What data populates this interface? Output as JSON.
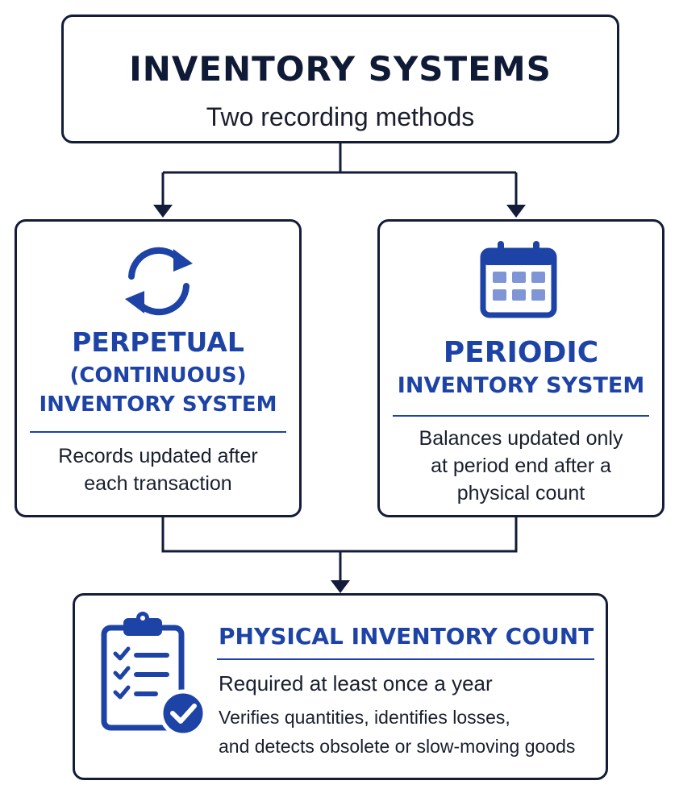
{
  "header": {
    "title": "INVENTORY SYSTEMS",
    "subtitle": "Two recording methods"
  },
  "perpetual": {
    "icon": "refresh-cycle-icon",
    "heading_line1": "PERPETUAL",
    "heading_line2": "(CONTINUOUS)",
    "heading_line3": "INVENTORY SYSTEM",
    "desc_line1": "Records updated after",
    "desc_line2": "each transaction"
  },
  "periodic": {
    "icon": "calendar-icon",
    "heading_line1": "PERIODIC",
    "heading_line2": "INVENTORY SYSTEM",
    "desc_line1": "Balances updated only",
    "desc_line2": "at period end after a",
    "desc_line3": "physical count"
  },
  "physical_count": {
    "icon": "clipboard-check-icon",
    "heading": "PHYSICAL INVENTORY COUNT",
    "line1": "Required at least once a year",
    "line2": "Verifies quantities, identifies losses,",
    "line3": "and detects obsolete or slow-moving goods"
  },
  "colors": {
    "accent": "#1d43a6",
    "border": "#131c38",
    "icon_light": "#7f95d6"
  }
}
